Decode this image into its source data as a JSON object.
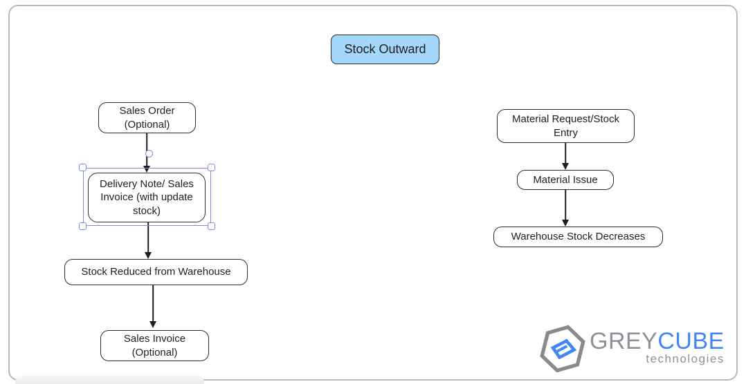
{
  "diagram": {
    "title": {
      "label": "Stock Outward"
    },
    "left_flow": {
      "sales_order": "Sales Order (Optional)",
      "delivery_note": "Delivery Note/ Sales Invoice (with update stock)",
      "stock_reduced": "Stock Reduced from Warehouse",
      "sales_invoice": "Sales Invoice (Optional)"
    },
    "right_flow": {
      "material_request": "Material Request/Stock Entry",
      "material_issue": "Material Issue",
      "warehouse_decrease": "Warehouse Stock Decreases"
    },
    "colors": {
      "title_fill": "#a3d7fb",
      "node_border": "#2b2b2b",
      "selection": "#8286f2",
      "arrow": "#1e1e1e"
    }
  },
  "logo": {
    "name_grey": "GREY",
    "name_blue": "CUBE",
    "tagline": "technologies",
    "colors": {
      "logo_grey": "#8d9299",
      "logo_blue": "#4285f4"
    }
  }
}
